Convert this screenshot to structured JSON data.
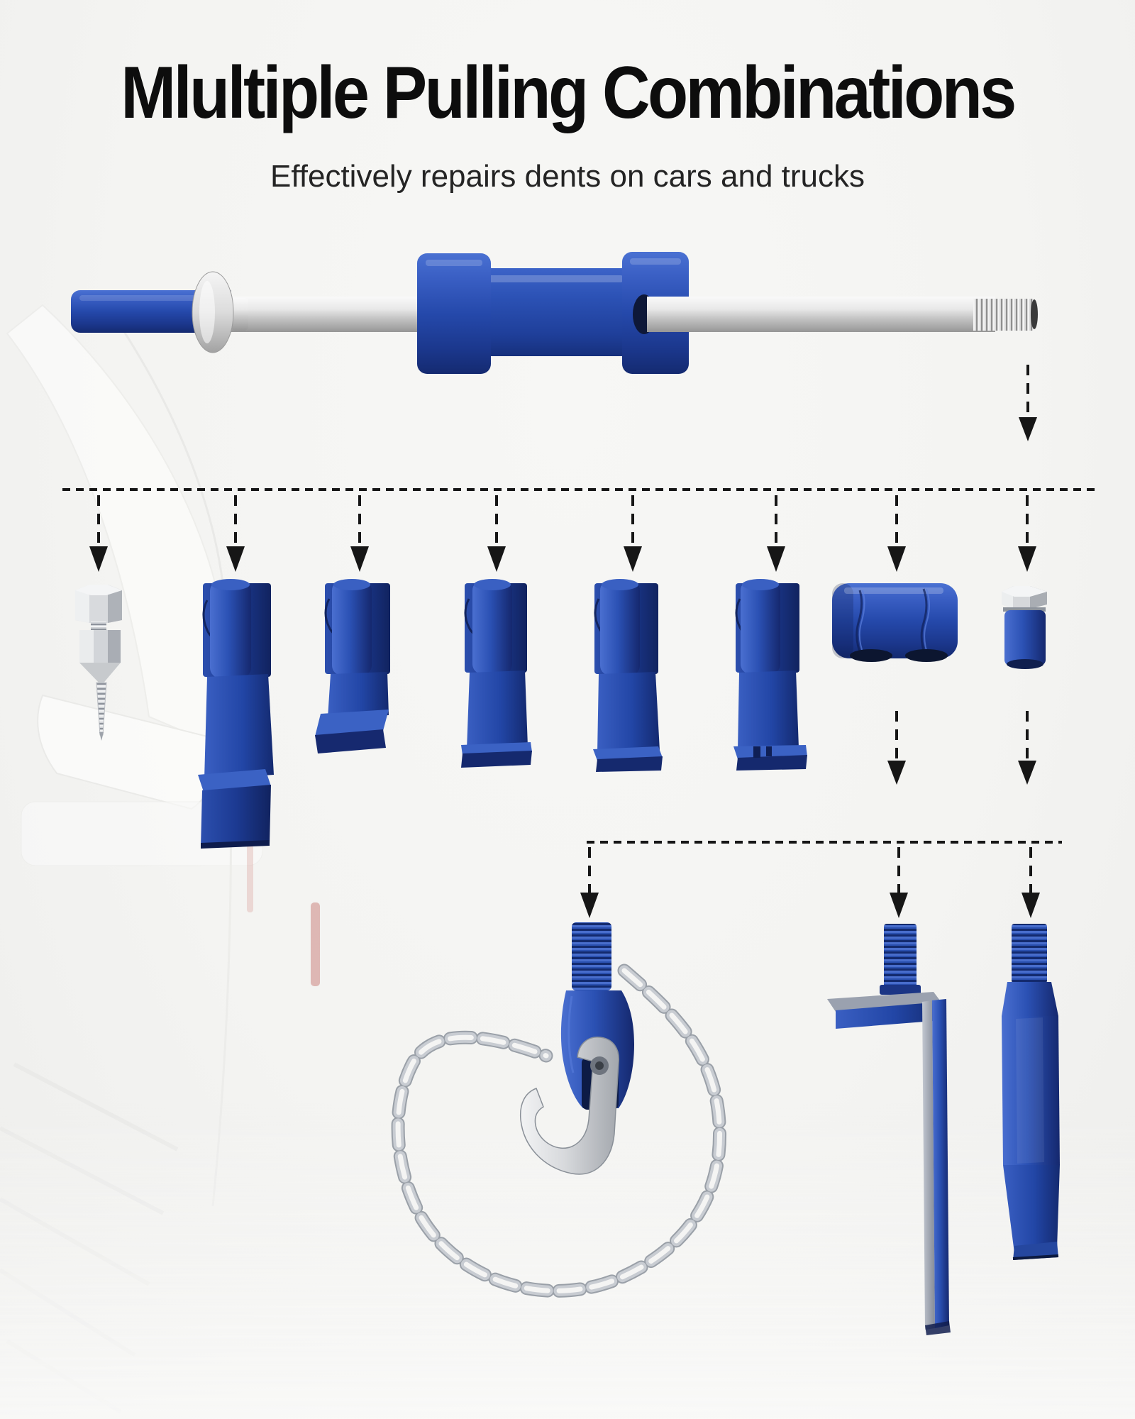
{
  "header": {
    "title": "Mlultiple Pulling Combinations",
    "subtitle": "Effectively repairs dents on cars and trucks"
  },
  "theme": {
    "background": "#f4f4f2",
    "title_color": "#0d0d0d",
    "subtitle_color": "#242424",
    "tool_blue": "#2549ab",
    "tool_blue_dark": "#142a70",
    "tool_blue_light": "#4a71d2",
    "metal_light": "#f2f3f4",
    "metal_dark": "#969696",
    "arrow_color": "#161616",
    "accent_red": "#b23a31"
  },
  "diagram": {
    "main_tool": {
      "name": "slide-hammer",
      "parts": [
        "handle",
        "flange-disc",
        "shaft",
        "sliding-weight",
        "threaded-tip"
      ]
    },
    "attachment_row": [
      "screw-tip-adapter",
      "pull-hook-large",
      "pull-hook-offset",
      "pull-hook-medium",
      "pull-hook-small",
      "pull-hook-notched",
      "flat-clamp-head",
      "coupler-nut-adapter"
    ],
    "accessory_row": [
      "chain-with-grab-hook",
      "right-angle-panel-hook",
      "flat-chisel-adapter"
    ],
    "connector_style": "dashed-arrows"
  }
}
